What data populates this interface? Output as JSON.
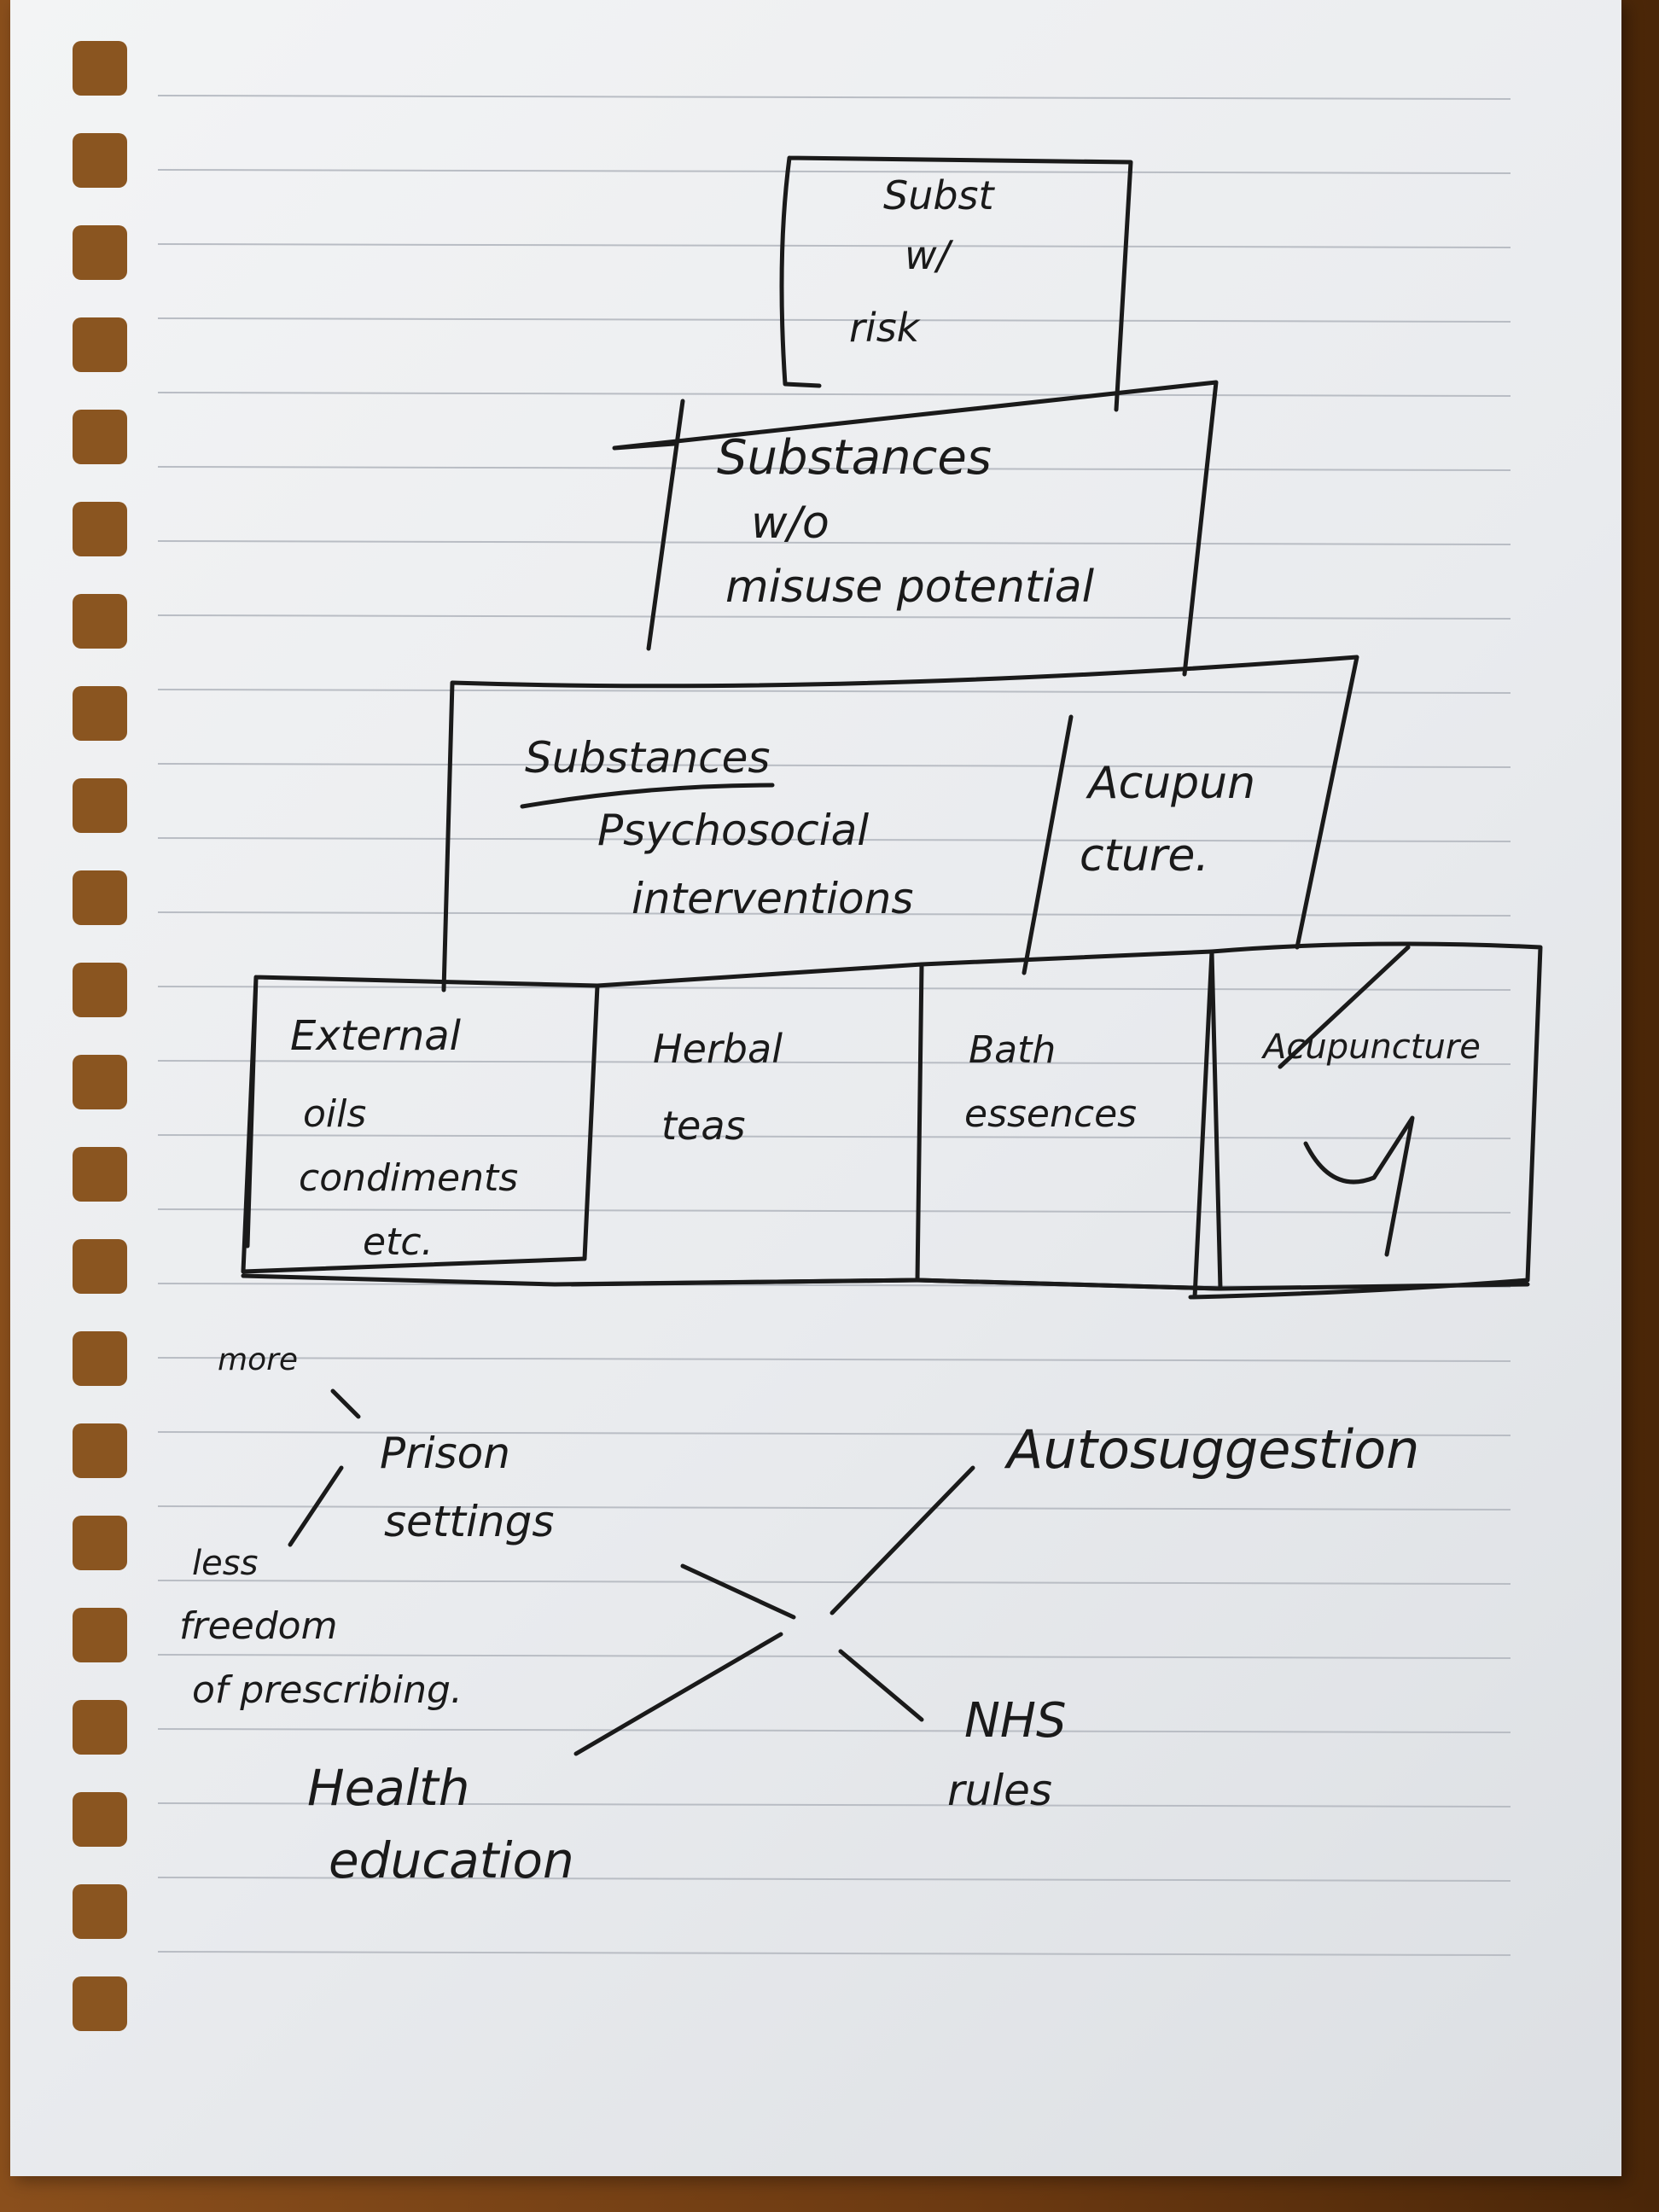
{
  "paper_colors": {
    "paper": "#eceef1",
    "ruling": "#b9bdc4",
    "ink": "#1a1a1a",
    "binding_hole": "#8a5520"
  },
  "diagram": {
    "pyramid_tiers": [
      {
        "id": "top",
        "lines": [
          "Subst",
          "w/",
          "risk"
        ]
      },
      {
        "id": "second",
        "lines": [
          "Substances",
          "w/o",
          "misuse potential"
        ]
      },
      {
        "id": "third_left",
        "struck": "Substances",
        "lines": [
          "Psychosocial",
          "interventions"
        ]
      },
      {
        "id": "third_right",
        "lines": [
          "Acupun",
          "cture."
        ]
      }
    ],
    "base_boxes": [
      {
        "id": "external",
        "lines": [
          "External",
          "oils",
          "condiments",
          "etc."
        ]
      },
      {
        "id": "herbal",
        "lines": [
          "Herbal",
          "teas"
        ]
      },
      {
        "id": "bath",
        "lines": [
          "Bath",
          "essences"
        ]
      },
      {
        "id": "acupuncture",
        "struck": "Acupuncture"
      }
    ],
    "notes": {
      "more": "more",
      "prison_settings": [
        "Prison",
        "settings"
      ],
      "less_freedom": [
        "less",
        "freedom",
        "of prescribing."
      ],
      "autosuggestion": "Autosuggestion",
      "nhs_rules": [
        "NHS",
        "rules"
      ],
      "health_education": [
        "Health",
        "education"
      ]
    }
  }
}
